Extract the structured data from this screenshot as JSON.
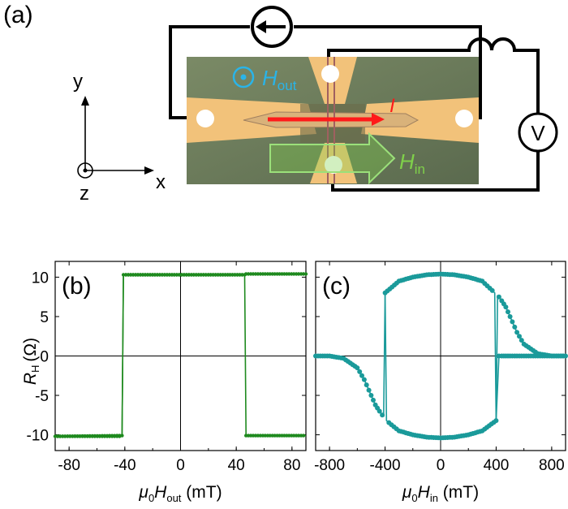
{
  "panel_a": {
    "label": "(a)",
    "axes": {
      "y": "y",
      "x": "x",
      "z": "z"
    },
    "h_out": {
      "symbol": "H",
      "sub": "out"
    },
    "h_in": {
      "symbol": "H",
      "sub": "in"
    },
    "current": "I",
    "voltmeter": "V",
    "colors": {
      "h_out": "#2ab4e8",
      "h_in": "#7fd04a",
      "current": "#ff1a1a",
      "pad": "#f2c27a",
      "substrate": "#6b7a5c"
    }
  },
  "chart_data": [
    {
      "panel": "(b)",
      "type": "line",
      "ylabel_main": "R",
      "ylabel_sub": "H",
      "ylabel_unit": "(Ω)",
      "xlabel_pre": "μ",
      "xlabel_pre_sub": "0",
      "xlabel_main": "H",
      "xlabel_sub": "out",
      "xlabel_unit": "(mT)",
      "xlim": [
        -90,
        90
      ],
      "ylim": [
        -12,
        12
      ],
      "xticks": [
        "-80",
        "-40",
        "0",
        "40",
        "80"
      ],
      "xtick_values": [
        -80,
        -40,
        0,
        40,
        80
      ],
      "yticks": [
        "10",
        "5",
        "0",
        "-5",
        "-10"
      ],
      "ytick_values": [
        10,
        5,
        0,
        -5,
        -10
      ],
      "color": "#1f8a1f",
      "series": [
        {
          "x": [
            -90,
            -42,
            -41,
            46,
            47,
            90
          ],
          "y": [
            -10.2,
            -10.2,
            10.3,
            10.3,
            -10.1,
            -10.1
          ]
        },
        {
          "x": [
            90,
            47,
            46,
            -41,
            -42,
            -90
          ],
          "y": [
            10.4,
            10.4,
            10.3,
            10.3,
            -10.1,
            -10.2
          ]
        }
      ]
    },
    {
      "panel": "(c)",
      "type": "line",
      "xlabel_pre": "μ",
      "xlabel_pre_sub": "0",
      "xlabel_main": "H",
      "xlabel_sub": "in",
      "xlabel_unit": "(mT)",
      "xlim": [
        -900,
        900
      ],
      "ylim": [
        -12,
        12
      ],
      "xticks": [
        "-800",
        "-400",
        "0",
        "400",
        "800"
      ],
      "xtick_values": [
        -800,
        -400,
        0,
        400,
        800
      ],
      "color": "#1a9a9a",
      "series": [
        {
          "x": [
            -900,
            -800,
            -700,
            -600,
            -550,
            -500,
            -470,
            -440,
            -420,
            -410,
            -400,
            -300,
            -200,
            -100,
            0,
            100,
            200,
            300,
            390,
            400,
            420,
            440,
            470,
            500,
            550,
            600,
            700,
            800,
            900
          ],
          "y": [
            0,
            0,
            -0.3,
            -1.5,
            -3,
            -5,
            -6.2,
            -7,
            -7.5,
            -7.6,
            8.0,
            9.5,
            10.0,
            10.3,
            10.4,
            10.3,
            10.0,
            9.5,
            8.0,
            -8.2,
            0,
            0,
            0,
            0,
            0,
            0,
            0,
            0,
            0
          ]
        },
        {
          "x": [
            900,
            800,
            700,
            600,
            550,
            500,
            470,
            440,
            420,
            410,
            400,
            300,
            200,
            100,
            0,
            -100,
            -200,
            -300,
            -390,
            -400
          ],
          "y": [
            0,
            0,
            0.3,
            1.5,
            3,
            5,
            6.2,
            7,
            7.5,
            7.6,
            -8.2,
            -9.5,
            -10.0,
            -10.3,
            -10.4,
            -10.3,
            -10.0,
            -9.5,
            -8.2,
            8.0
          ]
        }
      ]
    }
  ]
}
